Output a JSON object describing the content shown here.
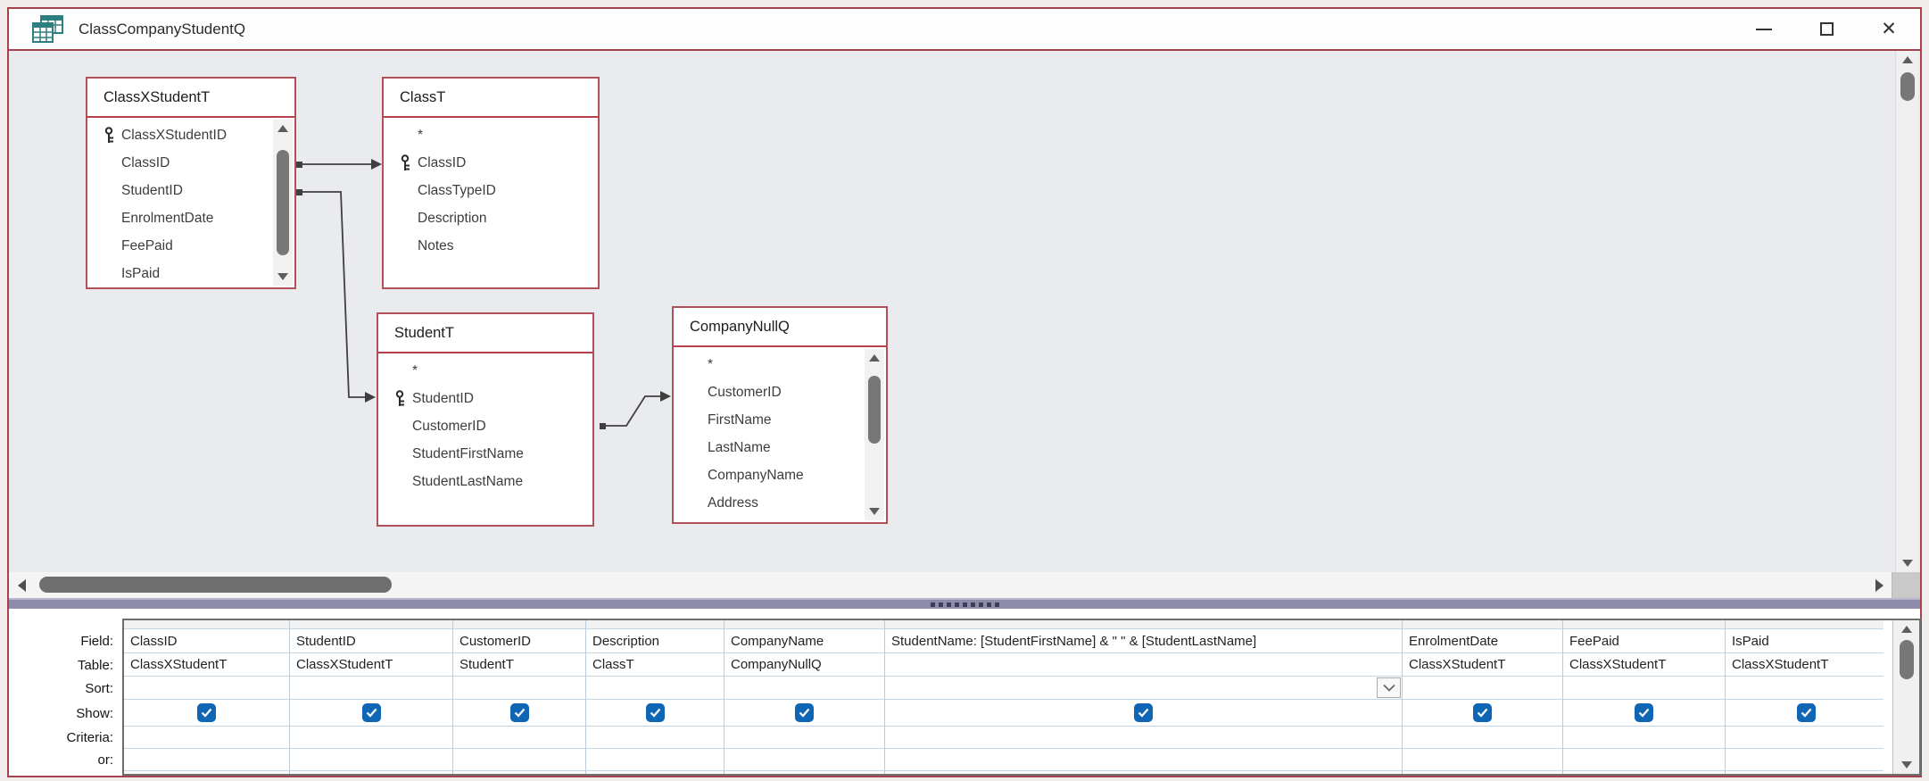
{
  "window": {
    "title": "ClassCompanyStudentQ"
  },
  "colors": {
    "window_border": "#a4434e",
    "card_border": "#b05159",
    "diagram_background": "#e9ebee",
    "checkbox_blue": "#0f66b4",
    "splitter": "#8f8bab",
    "gridline": "#c7d5e2"
  },
  "diagram": {
    "tables": [
      {
        "name": "ClassXStudentT",
        "fields": [
          {
            "name": "ClassXStudentID",
            "key": true
          },
          {
            "name": "ClassID"
          },
          {
            "name": "StudentID"
          },
          {
            "name": "EnrolmentDate"
          },
          {
            "name": "FeePaid"
          },
          {
            "name": "IsPaid"
          }
        ]
      },
      {
        "name": "ClassT",
        "fields": [
          {
            "name": "*"
          },
          {
            "name": "ClassID",
            "key": true
          },
          {
            "name": "ClassTypeID"
          },
          {
            "name": "Description"
          },
          {
            "name": "Notes"
          }
        ]
      },
      {
        "name": "StudentT",
        "fields": [
          {
            "name": "*"
          },
          {
            "name": "StudentID",
            "key": true
          },
          {
            "name": "CustomerID"
          },
          {
            "name": "StudentFirstName"
          },
          {
            "name": "StudentLastName"
          }
        ]
      },
      {
        "name": "CompanyNullQ",
        "fields": [
          {
            "name": "*"
          },
          {
            "name": "CustomerID"
          },
          {
            "name": "FirstName"
          },
          {
            "name": "LastName"
          },
          {
            "name": "CompanyName"
          },
          {
            "name": "Address"
          }
        ]
      }
    ]
  },
  "grid": {
    "row_labels": [
      "Field:",
      "Table:",
      "Sort:",
      "Show:",
      "Criteria:",
      "or:"
    ],
    "columns": [
      {
        "field": "ClassID",
        "table": "ClassXStudentT",
        "sort": "",
        "show": true
      },
      {
        "field": "StudentID",
        "table": "ClassXStudentT",
        "sort": "",
        "show": true
      },
      {
        "field": "CustomerID",
        "table": "StudentT",
        "sort": "",
        "show": true
      },
      {
        "field": "Description",
        "table": "ClassT",
        "sort": "",
        "show": true
      },
      {
        "field": "CompanyName",
        "table": "CompanyNullQ",
        "sort": "",
        "show": true
      },
      {
        "field": "StudentName: [StudentFirstName] & \" \" & [StudentLastName]",
        "table": "",
        "sort": "",
        "show": true,
        "sort_dropdown": true
      },
      {
        "field": "EnrolmentDate",
        "table": "ClassXStudentT",
        "sort": "",
        "show": true
      },
      {
        "field": "FeePaid",
        "table": "ClassXStudentT",
        "sort": "",
        "show": true
      },
      {
        "field": "IsPaid",
        "table": "ClassXStudentT",
        "sort": "",
        "show": true
      }
    ]
  }
}
